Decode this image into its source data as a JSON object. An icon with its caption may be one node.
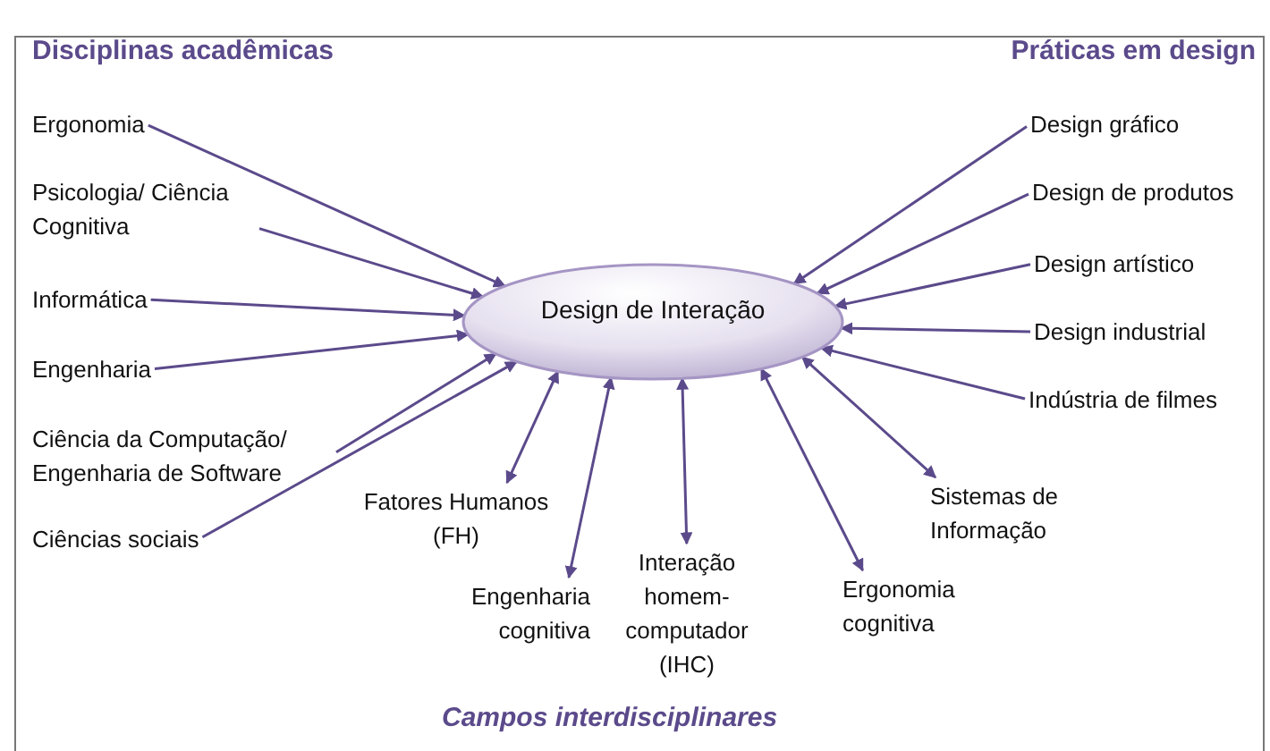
{
  "diagram": {
    "nodes": [
      {
        "text": [
          "Design de Interação"
        ]
      },
      {
        "text": [
          "Ergonomia"
        ]
      },
      {
        "text": [
          "Psicologia/ Ciência Cognitiva"
        ]
      },
      {
        "text": [
          "Informática"
        ]
      },
      {
        "text": [
          "Engenharia"
        ]
      },
      {
        "text": [
          "Ciência da Computação/ Engenharia de Software"
        ]
      },
      {
        "text": [
          "Ciências sociais"
        ]
      },
      {
        "text": [
          "Design gráfico"
        ]
      },
      {
        "text": [
          "Design de produtos"
        ]
      },
      {
        "text": [
          "Design artístico"
        ]
      },
      {
        "text": [
          "Design industrial"
        ]
      },
      {
        "text": [
          "Indústria de filmes"
        ]
      },
      {
        "text": [
          "Fatores Humanos (FH)"
        ]
      },
      {
        "text": [
          "Engenharia cognitiva"
        ]
      },
      {
        "text": [
          "Interação homem-computador (IHC)"
        ]
      },
      {
        "text": [
          "Ergonomia cognitiva"
        ]
      },
      {
        "text": [
          "Sistemas de Informação"
        ]
      }
    ],
    "edges": [
      {
        "from": 1,
        "to": 0,
        "arrow": "to"
      },
      {
        "from": 2,
        "to": 0,
        "arrow": "to"
      },
      {
        "from": 3,
        "to": 0,
        "arrow": "to"
      },
      {
        "from": 4,
        "to": 0,
        "arrow": "to"
      },
      {
        "from": 5,
        "to": 0,
        "arrow": "to"
      },
      {
        "from": 6,
        "to": 0,
        "arrow": "to"
      },
      {
        "from": 7,
        "to": 0,
        "arrow": "to"
      },
      {
        "from": 8,
        "to": 0,
        "arrow": "to"
      },
      {
        "from": 9,
        "to": 0,
        "arrow": "to"
      },
      {
        "from": 10,
        "to": 0,
        "arrow": "to"
      },
      {
        "from": 11,
        "to": 0,
        "arrow": "to"
      },
      {
        "from": 0,
        "to": 12,
        "arrow": "both"
      },
      {
        "from": 0,
        "to": 13,
        "arrow": "both"
      },
      {
        "from": 0,
        "to": 14,
        "arrow": "both"
      },
      {
        "from": 0,
        "to": 15,
        "arrow": "both"
      },
      {
        "from": 0,
        "to": 16,
        "arrow": "both"
      }
    ],
    "labels": [
      "Disciplinas acadêmicas",
      "Práticas em design",
      "Campos interdisciplinares"
    ]
  }
}
